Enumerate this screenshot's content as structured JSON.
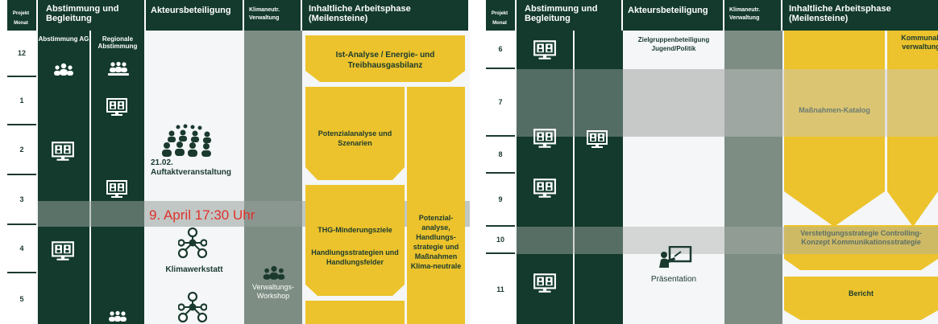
{
  "left": {
    "headers": {
      "month": "Projekt Monat",
      "coordination": "Abstimmung und Begleitung",
      "stakeholders": "Akteursbeteiligung",
      "admin": "Klimaneutr. Verwaltung",
      "phase": "Inhaltliche Arbeitsphase (Meilensteine)"
    },
    "subheaders": {
      "ag": "Abstimmung AG",
      "regional": "Regionale Abstimmung"
    },
    "months": [
      "12",
      "1",
      "2",
      "3",
      "4",
      "5"
    ],
    "kickoff": "21.02. Auftaktveranstaltung",
    "date_banner": "9. April 17:30 Uhr",
    "workshop": "Klimawerkstatt",
    "admin_workshop": "Verwaltungs-Workshop",
    "milestones": {
      "ist": "Ist-Analyse / Energie- und Treibhausgasbilanz",
      "potenzial": "Potenzialanalyse und Szenarien",
      "thg": "THG-Minderungsziele",
      "handlung": "Handlungsstrategien und Handlungsfelder",
      "right": "Potenzial-analyse, Handlungs-strategie und Maßnahmen Klima-neutrale"
    }
  },
  "right": {
    "headers": {
      "month": "Projekt Monat",
      "coordination": "Abstimmung und Begleitung",
      "stakeholders": "Akteursbeteiligung",
      "admin": "Klimaneutr. Verwaltung",
      "phase": "Inhaltliche Arbeitsphase (Meilensteine)"
    },
    "months": [
      "6",
      "7",
      "8",
      "9",
      "10",
      "11"
    ],
    "target_group": "Zielgruppenbeteiligung Jugend/Politik",
    "presentation": "Präsentation",
    "milestones": {
      "kommunal": "Kommunal-verwaltung",
      "katalog": "Maßnahmen-Katalog",
      "strategien": "Verstetigungsstrategie Controlling-Konzept Kommunikationsstrategie",
      "bericht": "Bericht"
    }
  },
  "colors": {
    "green": "#133a2c",
    "yellow": "#ecc32c",
    "grey": "#7d8d84",
    "red": "#e0302a"
  },
  "icons": [
    "video-call-icon",
    "people-group-icon",
    "network-icon",
    "presentation-icon"
  ]
}
